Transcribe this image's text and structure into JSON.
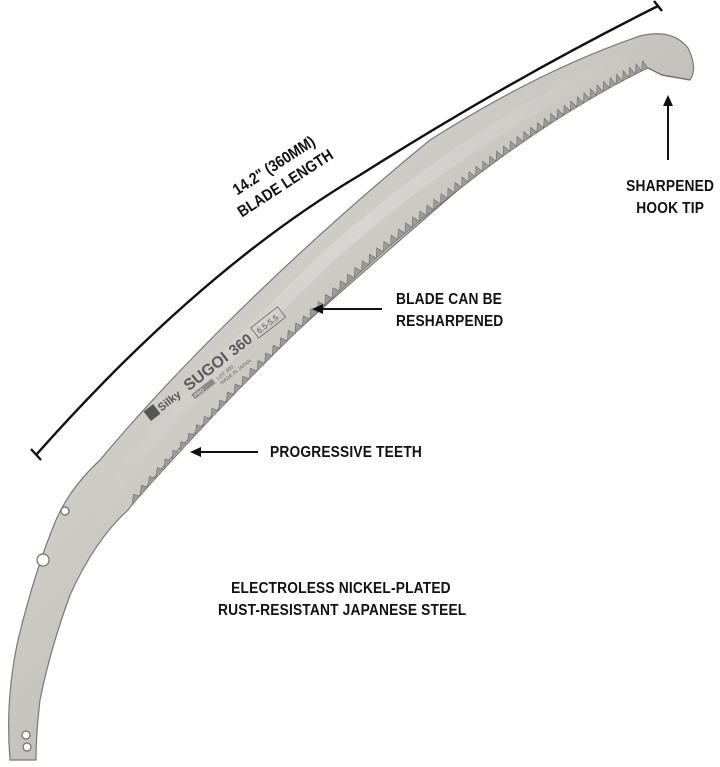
{
  "product": {
    "brand": "Silky",
    "model_name": "SUGOI",
    "model_number": "360",
    "tooth_spec": "6.5-5.5",
    "blade_marks": [
      "PRO",
      "LOT. 000",
      "MADE IN JAPAN"
    ]
  },
  "labels": {
    "blade_length_line1": "14.2\" (360MM)",
    "blade_length_line2": "BLADE LENGTH",
    "hook_tip_line1": "SHARPENED",
    "hook_tip_line2": "HOOK TIP",
    "resharpen_line1": "BLADE CAN BE",
    "resharpen_line2": "RESHARPENED",
    "teeth": "PROGRESSIVE TEETH",
    "material_line1": "ELECTROLESS NICKEL-PLATED",
    "material_line2": "RUST-RESISTANT JAPANESE STEEL"
  },
  "colors": {
    "text": "#111111",
    "steel_light": "#d9d8d4",
    "steel_mid": "#b4b3ae",
    "steel_dark": "#8d8c87",
    "edge": "#6f6e6a"
  }
}
